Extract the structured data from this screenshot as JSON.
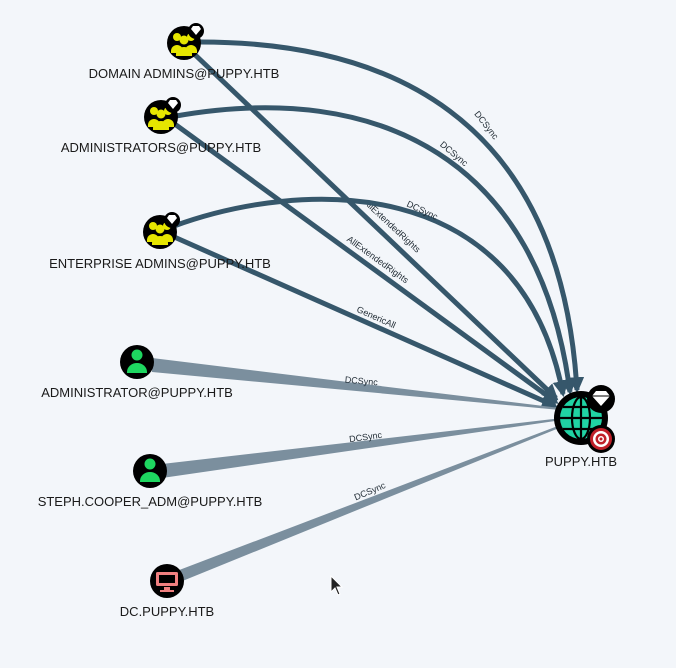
{
  "graph": {
    "nodes": {
      "domain_admins": {
        "label": "DOMAIN ADMINS@PUPPY.HTB",
        "kind": "group",
        "highvalue": true
      },
      "administrators": {
        "label": "ADMINISTRATORS@PUPPY.HTB",
        "kind": "group",
        "highvalue": true
      },
      "enterprise_admins": {
        "label": "ENTERPRISE ADMINS@PUPPY.HTB",
        "kind": "group",
        "highvalue": true
      },
      "administrator": {
        "label": "ADMINISTRATOR@PUPPY.HTB",
        "kind": "user",
        "highvalue": false
      },
      "steph": {
        "label": "STEPH.COOPER_ADM@PUPPY.HTB",
        "kind": "user",
        "highvalue": false
      },
      "dc": {
        "label": "DC.PUPPY.HTB",
        "kind": "computer",
        "highvalue": false
      },
      "domain": {
        "label": "PUPPY.HTB",
        "kind": "domain",
        "highvalue": true,
        "target": true
      }
    },
    "edges": [
      {
        "id": "da_dcsync",
        "from": "domain_admins",
        "to": "domain",
        "label": "DCSync"
      },
      {
        "id": "da_aer",
        "from": "domain_admins",
        "to": "domain",
        "label": "AllExtendedRights"
      },
      {
        "id": "adm_dcsync",
        "from": "administrators",
        "to": "domain",
        "label": "DCSync"
      },
      {
        "id": "adm_aer",
        "from": "administrators",
        "to": "domain",
        "label": "AllExtendedRights"
      },
      {
        "id": "ea_dcsync",
        "from": "enterprise_admins",
        "to": "domain",
        "label": "DCSync"
      },
      {
        "id": "ea_genericall",
        "from": "enterprise_admins",
        "to": "domain",
        "label": "GenericAll"
      },
      {
        "id": "administrator_dcsync",
        "from": "administrator",
        "to": "domain",
        "label": "DCSync"
      },
      {
        "id": "steph_dcsync",
        "from": "steph",
        "to": "domain",
        "label": "DCSync"
      },
      {
        "id": "dc_dcsync",
        "from": "dc",
        "to": "domain",
        "label": "DCSync"
      }
    ]
  },
  "colors": {
    "background": "#f3f6fa",
    "edge_dark": "#36576b",
    "edge_light": "#7b8f9e",
    "group_icon": "#e6e600",
    "user_icon": "#1ed760",
    "computer_icon": "#f08080",
    "domain_icon": "#20d3a4",
    "target_ring": "#c0202a"
  }
}
